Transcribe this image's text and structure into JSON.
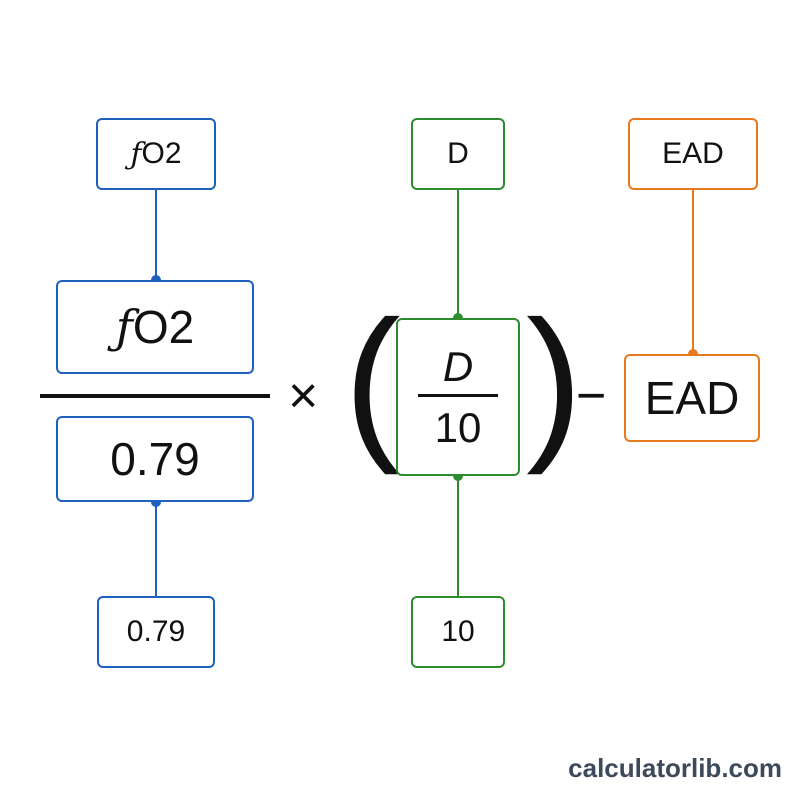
{
  "labels": {
    "fo2_top": "O2",
    "d_top": "D",
    "ead_top": "EAD",
    "fo2_bottom": "0.79",
    "ten_bottom": "10"
  },
  "formula": {
    "numerator": "O2",
    "denominator": "0.79",
    "times": "×",
    "paren_open": "(",
    "paren_close": ")",
    "inner_num": "D",
    "inner_den": "10",
    "minus": "−",
    "ead": "EAD"
  },
  "colors": {
    "blue": "#1f5fbf",
    "green": "#2e8b2e",
    "orange": "#e87a1e",
    "text": "#111111",
    "watermark": "#3d4a5c"
  },
  "watermark": "calculatorlib.com"
}
